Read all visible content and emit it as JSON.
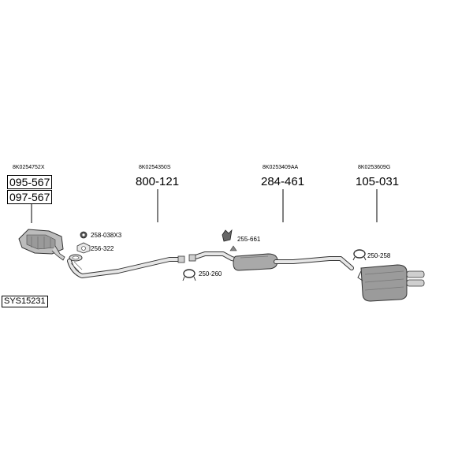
{
  "system": {
    "code": "SYS15231"
  },
  "parts": [
    {
      "oe": "8K0254752X",
      "numbers": [
        "095-567",
        "097-567"
      ]
    },
    {
      "oe": "8K0254350S",
      "number": "800-121"
    },
    {
      "oe": "8K0253409AA",
      "number": "284-461"
    },
    {
      "oe": "8K0253609G",
      "number": "105-031"
    }
  ],
  "fittings": [
    "258-038X3",
    "256-322",
    "250-260",
    "255-661",
    "250-258"
  ]
}
